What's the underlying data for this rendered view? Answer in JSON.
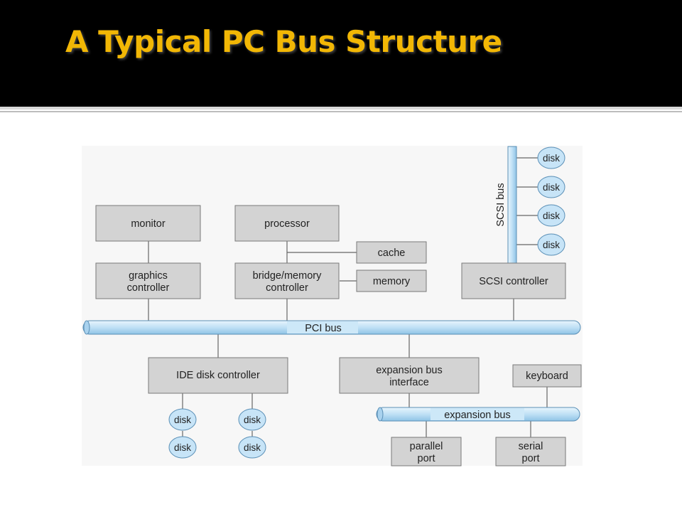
{
  "slide": {
    "title": "A Typical PC Bus Structure"
  },
  "diagram": {
    "buses": {
      "pci": "PCI bus",
      "expansion": "expansion bus",
      "scsi": "SCSI bus"
    },
    "components": {
      "monitor": "monitor",
      "processor": "processor",
      "cache": "cache",
      "memory": "memory",
      "graphics_controller": [
        "graphics",
        "controller"
      ],
      "bridge_memory_controller": [
        "bridge/memory",
        "controller"
      ],
      "scsi_controller": "SCSI controller",
      "ide_disk_controller": "IDE disk controller",
      "expansion_bus_interface": [
        "expansion bus",
        "interface"
      ],
      "keyboard": "keyboard",
      "parallel_port": [
        "parallel",
        "port"
      ],
      "serial_port": [
        "serial",
        "port"
      ]
    },
    "disk_label": "disk",
    "colors": {
      "title": "#f2b705",
      "box_fill": "#d3d3d3",
      "bus_fill": "#c7e4f7",
      "disk_fill": "#c7e4f7"
    }
  }
}
